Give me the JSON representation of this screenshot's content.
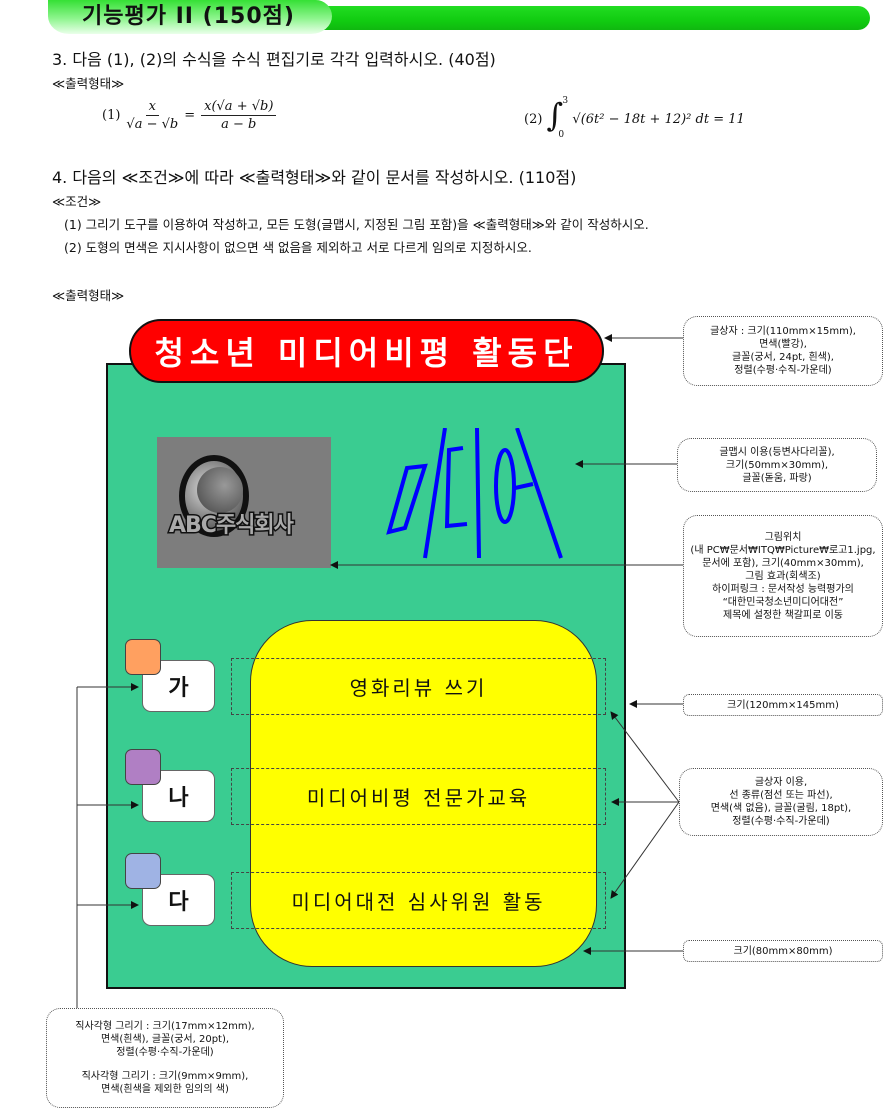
{
  "header": {
    "title": "기능평가 II (150점)"
  },
  "question3": {
    "title": "3. 다음 (1), (2)의 수식을 수식 편집기로 각각 입력하시오. (40점)",
    "output_label": "≪출력형태≫",
    "formula1": {
      "label": "(1)",
      "lhs_num": "x",
      "lhs_den": "√a − √b",
      "rhs_num": "x(√a + √b)",
      "rhs_den": "a − b",
      "eq": "="
    },
    "formula2": {
      "label": "(2)",
      "integral_upper": "3",
      "integral_lower": "0",
      "body": "√(6t² − 18t + 12)² dt = 11"
    }
  },
  "question4": {
    "title": "4. 다음의 ≪조건≫에 따라 ≪출력형태≫와 같이 문서를 작성하시오. (110점)",
    "conditions_label": "≪조건≫",
    "conditions": [
      "(1) 그리기 도구를 이용하여 작성하고, 모든 도형(글맵시, 지정된 그림 포함)을 ≪출력형태≫와 같이 작성하시오.",
      "(2) 도형의 면색은 지시사항이 없으면 색 없음을 제외하고 서로 다르게 임의로 지정하시오."
    ],
    "output_label": "≪출력형태≫"
  },
  "diagram": {
    "title": "청소년 미디어비평 활동단",
    "logo_text": "ABC주식회사",
    "wordart": "미디어",
    "items": [
      {
        "marker": "가",
        "text": "영화리뷰 쓰기",
        "square_color": "#ffa060"
      },
      {
        "marker": "나",
        "text": "미디어비평 전문가교육",
        "square_color": "#b07fc4"
      },
      {
        "marker": "다",
        "text": "미디어대전 심사위원 활동",
        "square_color": "#9fb3e4"
      }
    ],
    "colors": {
      "background": "#3acc91",
      "title_fill": "#ff0000",
      "rounded_rect": "#ffff00",
      "wordart": "#0000ff"
    }
  },
  "notes": {
    "title_box": [
      "글상자 : 크기(110mm×15mm),",
      "면색(빨강),",
      "글꼴(궁서, 24pt, 흰색),",
      "정렬(수평·수직-가운데)"
    ],
    "wordart": [
      "글맵시 이용(등변사다리꼴),",
      "크기(50mm×30mm),",
      "글꼴(돋움, 파랑)"
    ],
    "picture": [
      "그림위치",
      "(내 PC₩문서₩ITQ₩Picture₩로고1.jpg,",
      "문서에 포함), 크기(40mm×30mm),",
      "그림 효과(회색조)",
      "하이퍼링크 : 문서작성 능력평가의",
      "“대한민국청소년미디어대전”",
      "제목에 설정한 책갈피로 이동"
    ],
    "background_size": [
      "크기(120mm×145mm)"
    ],
    "textboxes": [
      "글상자 이용,",
      "선 종류(점선 또는 파선),",
      "면색(색 없음), 글꼴(굴림, 18pt),",
      "정렬(수평·수직-가운데)"
    ],
    "rounded_size": [
      "크기(80mm×80mm)"
    ],
    "rectangles": [
      "직사각형 그리기 : 크기(17mm×12mm),",
      "면색(흰색), 글꼴(궁서, 20pt),",
      "정렬(수평·수직-가운데)",
      "",
      "직사각형 그리기 : 크기(9mm×9mm),",
      "면색(흰색을 제외한 임의의 색)"
    ]
  }
}
